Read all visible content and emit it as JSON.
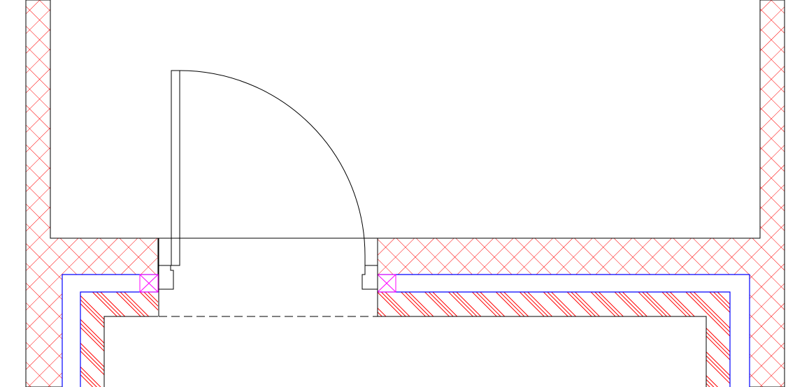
{
  "drawing": {
    "colors": {
      "background": "#ffffff",
      "outline": "#000000",
      "hatch": "#ff0000",
      "insulation_line": "#0000ff",
      "marker": "#ff00ff"
    },
    "elements": [
      "exterior-wall",
      "partition-wall",
      "door-swing",
      "door-leaf",
      "threshold"
    ]
  }
}
